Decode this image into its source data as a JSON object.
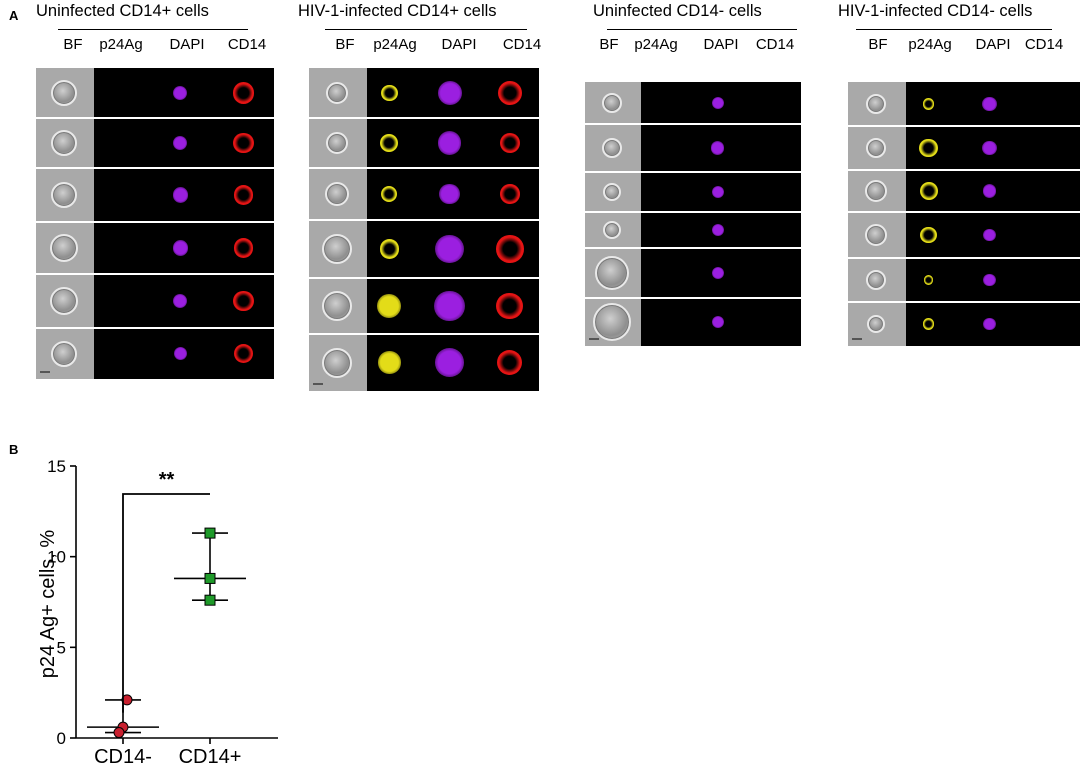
{
  "panel_a_letter": "A",
  "panel_b_letter": "B",
  "groups": [
    {
      "title": "Uninfected CD14+ cells",
      "channels": [
        "BF",
        "p24Ag",
        "DAPI",
        "CD14"
      ],
      "signals": {
        "p24Ag": [
          0,
          0,
          0,
          0,
          0,
          0
        ],
        "DAPI": [
          0.8,
          0.8,
          0.9,
          0.9,
          0.8,
          0.7
        ],
        "CD14": [
          1.6,
          1.5,
          1.4,
          1.4,
          1.5,
          1.4
        ]
      }
    },
    {
      "title": "HIV-1-infected CD14+ cells",
      "channels": [
        "BF",
        "p24Ag",
        "DAPI",
        "CD14"
      ],
      "signals": {
        "p24Ag": [
          1.1,
          1.2,
          1.0,
          1.4,
          1.9,
          1.7
        ],
        "DAPI": [
          1.9,
          1.8,
          1.5,
          2.4,
          2.6,
          2.4
        ],
        "CD14": [
          1.9,
          1.5,
          1.4,
          2.3,
          2.2,
          2.0
        ]
      }
    },
    {
      "title": "Uninfected CD14- cells",
      "channels": [
        "BF",
        "p24Ag",
        "DAPI",
        "CD14"
      ],
      "signals": {
        "p24Ag": [
          0,
          0,
          0,
          0,
          0,
          0
        ],
        "DAPI": [
          0.6,
          0.7,
          0.6,
          0.6,
          0.6,
          0.6
        ],
        "CD14": [
          0,
          0,
          0,
          0,
          0,
          0
        ]
      }
    },
    {
      "title": "HIV-1-infected CD14- cells",
      "channels": [
        "BF",
        "p24Ag",
        "DAPI",
        "CD14"
      ],
      "signals": {
        "p24Ag": [
          0.5,
          1.3,
          1.2,
          1.1,
          0.3,
          0.5
        ],
        "DAPI": [
          0.8,
          0.8,
          0.7,
          0.6,
          0.6,
          0.6
        ],
        "CD14": [
          0,
          0,
          0,
          0,
          0,
          0
        ]
      }
    }
  ],
  "colors": {
    "p24Ag": "#e3dc18",
    "DAPI": "#9b1fe0",
    "CD14": "#e51414",
    "tile_bg": "#000000",
    "bf_bg": "#a9a9a9"
  },
  "chart_data": {
    "type": "scatter",
    "title": "",
    "xlabel": "",
    "ylabel": "p24 Ag+ cells, %",
    "categories": [
      "CD14-",
      "CD14+"
    ],
    "ylim": [
      0,
      15
    ],
    "yticks": [
      0,
      5,
      10,
      15
    ],
    "series": [
      {
        "category": "CD14-",
        "values": [
          2.1,
          0.6,
          0.3
        ],
        "median": 0.6,
        "range": [
          0.3,
          2.1
        ],
        "color": "#c8202f",
        "marker": "circle"
      },
      {
        "category": "CD14+",
        "values": [
          11.3,
          8.8,
          7.6
        ],
        "median": 8.8,
        "range": [
          7.6,
          11.3
        ],
        "color": "#1f9a2a",
        "marker": "square"
      }
    ],
    "significance": "**",
    "grid": false
  }
}
